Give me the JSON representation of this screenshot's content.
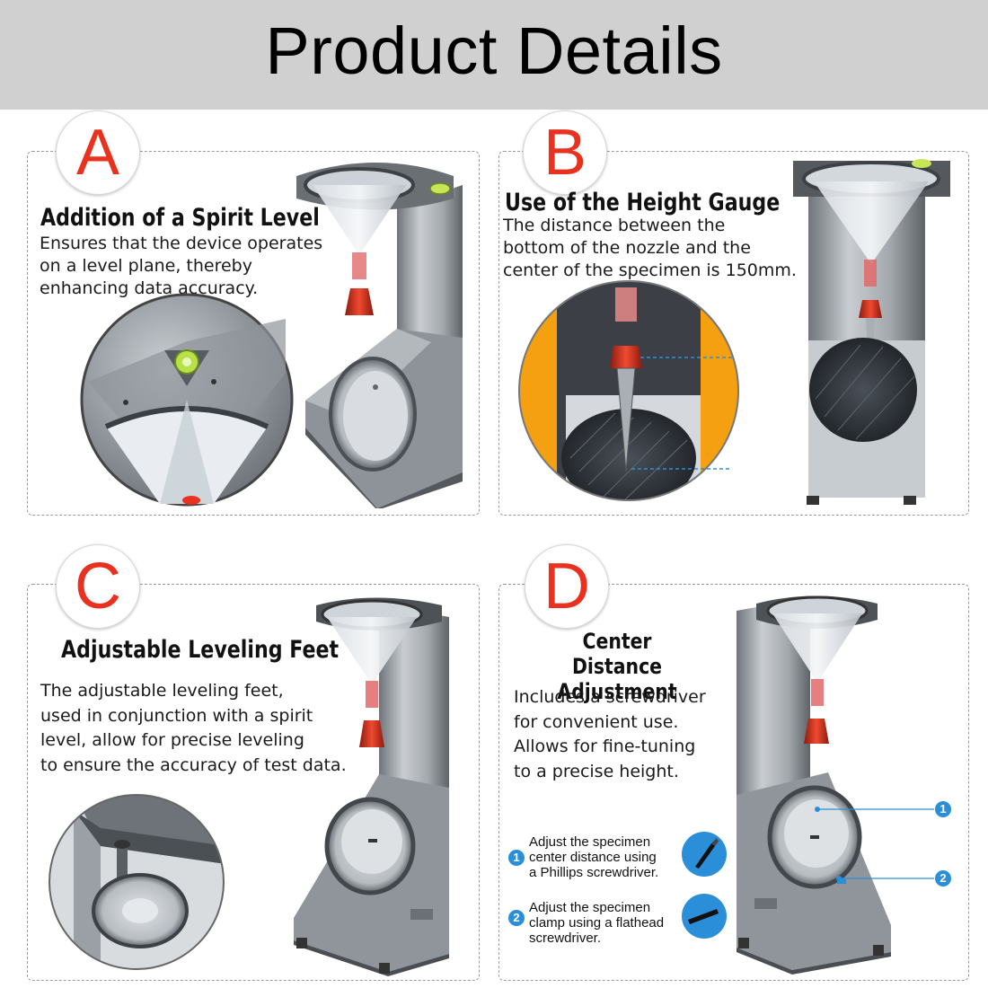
{
  "header": {
    "title": "Product Details"
  },
  "panels": {
    "a": {
      "letter": "A",
      "title": "Addition of a Spirit Level",
      "body": [
        "Ensures that the device operates",
        "on a level plane, thereby",
        "enhancing data accuracy."
      ]
    },
    "b": {
      "letter": "B",
      "title": "Use of the Height Gauge",
      "body": [
        "The distance between the",
        "bottom of the nozzle and the",
        "center of the specimen is 150mm."
      ]
    },
    "c": {
      "letter": "C",
      "title": "Adjustable Leveling Feet",
      "body": [
        "The adjustable leveling feet,",
        "used in conjunction with a spirit",
        "level, allow for precise leveling",
        "to ensure the accuracy of test data."
      ]
    },
    "d": {
      "letter": "D",
      "title": [
        "Center Distance",
        "Adjustment"
      ],
      "body": [
        "Includes a screwdriver",
        "for convenient use.",
        "Allows for fine-tuning",
        "to a precise height."
      ],
      "callouts": [
        {
          "num": "1",
          "lines": [
            "Adjust the specimen",
            "center distance using",
            "a Phillips screwdriver."
          ]
        },
        {
          "num": "2",
          "lines": [
            "Adjust the specimen",
            "clamp using a flathead",
            "screwdriver."
          ]
        }
      ],
      "markers": [
        "1",
        "2"
      ]
    }
  },
  "colors": {
    "accent_red": "#e8321f",
    "orange": "#f5a011",
    "callout_blue": "#2a8fd8",
    "steel": "#9ea4aa",
    "header_gray": "#d0d0d0"
  }
}
